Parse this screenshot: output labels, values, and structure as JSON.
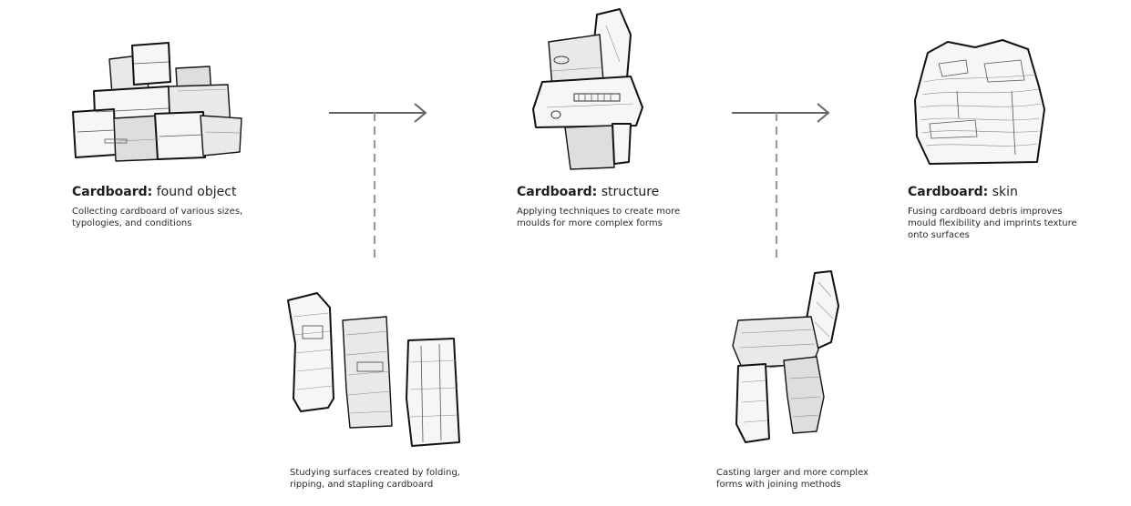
{
  "stages": [
    {
      "title_bold": "Cardboard:",
      "title_rest": " found object",
      "description": "Collecting cardboard of various sizes, typologies, and conditions",
      "icon": "cardboard-boxes-icon"
    },
    {
      "title_bold": "Cardboard:",
      "title_rest": " structure",
      "description": "Applying techniques to create more moulds for more complex forms",
      "icon": "cardboard-chair-mould-icon"
    },
    {
      "title_bold": "Cardboard:",
      "title_rest": " skin",
      "description": "Fusing cardboard debris improves mould flexibility and imprints texture onto surfaces",
      "icon": "textured-block-icon"
    }
  ],
  "branches": [
    {
      "description": "Studying surfaces created by folding, ripping, and stapling cardboard",
      "icon": "cast-pillars-icon"
    },
    {
      "description": "Casting larger and more complex forms with joining methods",
      "icon": "cast-chair-icon"
    }
  ],
  "colors": {
    "arrow": "#666666",
    "dashed_line": "#9a9a9a",
    "text": "#222222"
  },
  "icons": {
    "arrow": "right-arrow-icon",
    "connector": "dashed-connector"
  }
}
